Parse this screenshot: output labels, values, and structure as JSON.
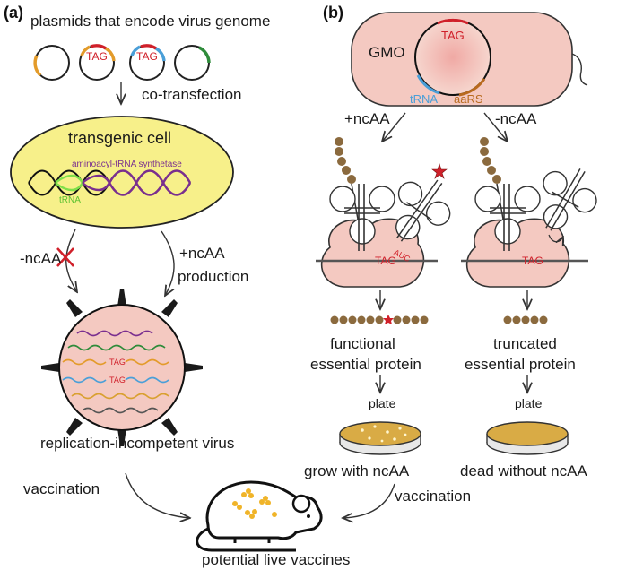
{
  "panel_a": {
    "label": "(a)",
    "plasmids_title": "plasmids that encode virus genome",
    "plasmid_tag_1": "TAG",
    "plasmid_tag_2": "TAG",
    "cotransfection": "co-transfection",
    "transgenic_cell": "transgenic cell",
    "synthetase": "aminoacyl-tRNA synthetase",
    "trna": "tRNA",
    "minus_ncaa": "-ncAA",
    "plus_ncaa": "+ncAA",
    "production": "production",
    "virus_tag_1": "TAG",
    "virus_tag_2": "TAG",
    "virus_label": "replication-incompetent virus",
    "vaccination": "vaccination"
  },
  "panel_b": {
    "label": "(b)",
    "gmo": "GMO",
    "gmo_tag": "TAG",
    "gmo_trna": "tRNA",
    "gmo_aars": "aaRS",
    "plus_ncaa": "+ncAA",
    "minus_ncaa": "-ncAA",
    "anticodon": "AUC",
    "ribo_tag_left": "TAG",
    "ribo_tag_right": "TAG",
    "functional_1": "functional",
    "functional_2": "essential protein",
    "truncated_1": "truncated",
    "truncated_2": "essential protein",
    "plate_left": "plate",
    "plate_right": "plate",
    "grow": "grow with ncAA",
    "dead": "dead without ncAA",
    "vaccination": "vaccination"
  },
  "bottom_label": "potential live vaccines",
  "colors": {
    "cell_yellow": "#f7f08a",
    "pink": "#f4c9c1",
    "tag_red": "#d0202a",
    "trna_green": "#7fe04a",
    "synthetase_purple": "#7a2f8f",
    "plasmid_orange": "#e39b2a",
    "plasmid_blue": "#4a9fd8",
    "plasmid_green": "#2e8b3a",
    "bead_brown": "#8b6a3e",
    "plate_yellow": "#d9ab45",
    "vaccine_yellow": "#f0b429"
  }
}
